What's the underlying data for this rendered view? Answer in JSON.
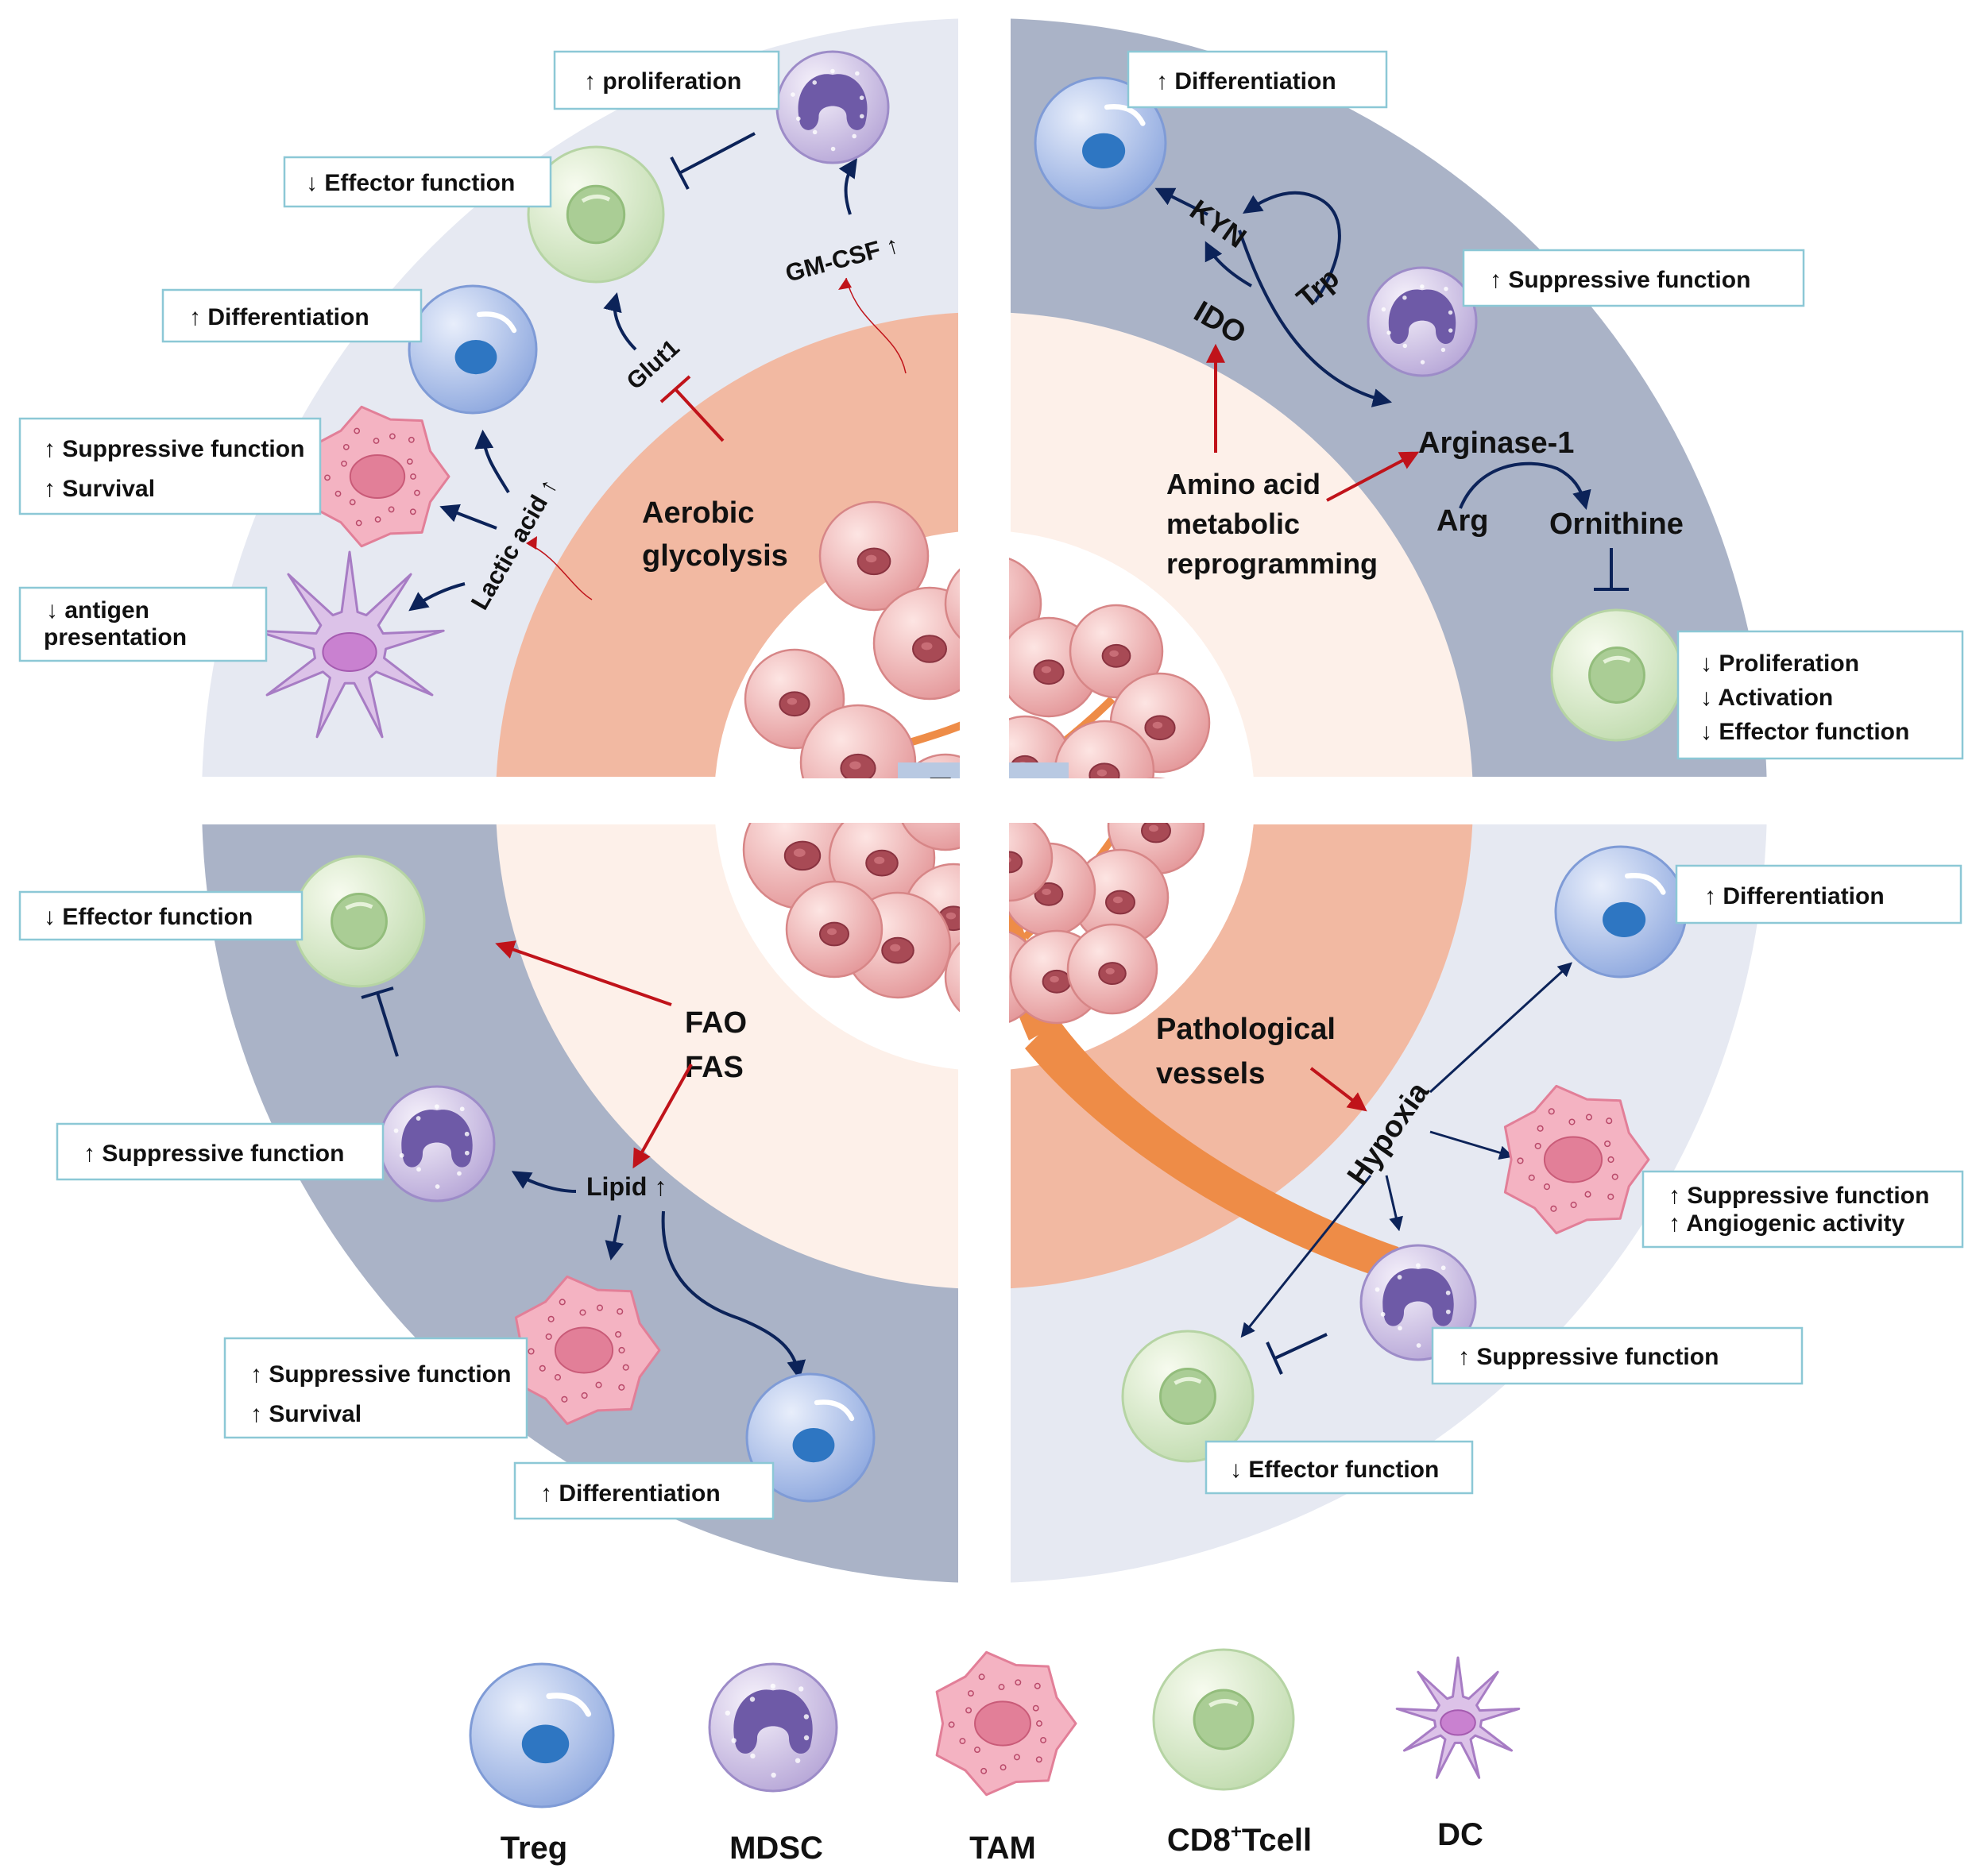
{
  "center": {
    "title": "Tumor"
  },
  "quadrants": {
    "glycolysis": {
      "title_line1": "Aerobic",
      "title_line2": "glycolysis",
      "glut1": "Glut1",
      "gmcsf": "GM-CSF ↑",
      "lactic": "Lactic acid ↑",
      "box_proliferation": "↑ proliferation",
      "box_effector": "↓ Effector function",
      "box_differentiation": "↑ Differentiation",
      "box_suppressive": "↑ Suppressive function",
      "box_survival": "↑ Survival",
      "box_antigen1": "↓ antigen",
      "box_antigen2": "presentation"
    },
    "amino": {
      "title_line1": "Amino acid",
      "title_line2": "metabolic",
      "title_line3": "reprogramming",
      "kyn": "KYN",
      "trp": "Trp",
      "ido": "IDO",
      "arginase": "Arginase-1",
      "arg": "Arg",
      "ornithine": "Ornithine",
      "box_differentiation": "↑ Differentiation",
      "box_suppressive": "↑ Suppressive function",
      "box_proliferation": "↓ Proliferation",
      "box_activation": "↓ Activation",
      "box_effector": "↓ Effector function"
    },
    "lipid": {
      "fao": "FAO",
      "fas": "FAS",
      "lipid": "Lipid ↑",
      "box_effector": "↓ Effector function",
      "box_suppressive": "↑ Suppressive function",
      "box_tam_suppressive": "↑ Suppressive function",
      "box_tam_survival": "↑ Survival",
      "box_differentiation": "↑ Differentiation"
    },
    "hypoxia": {
      "title_line1": "Pathological",
      "title_line2": "vessels",
      "hypoxia": "Hypoxia",
      "box_differentiation": "↑ Differentiation",
      "box_tam_suppressive": "↑ Suppressive function",
      "box_tam_angiogenic": "↑ Angiogenic activity",
      "box_mdsc_suppressive": "↑ Suppressive function",
      "box_effector": "↓ Effector function"
    }
  },
  "legend": {
    "treg": "Treg",
    "mdsc": "MDSC",
    "tam": "TAM",
    "cd8_main": "CD8",
    "cd8_sup": "+",
    "cd8_tail": "Tcell",
    "dc": "DC"
  },
  "colors": {
    "light_ring": "#e6e9f2",
    "dark_ring": "#aab3c7",
    "salmon": "#f2b9a2",
    "pale": "#fdf0e9",
    "vessel": "#ee8c47",
    "arrow_red": "#c0131a",
    "arrow_navy": "#0c2359"
  }
}
